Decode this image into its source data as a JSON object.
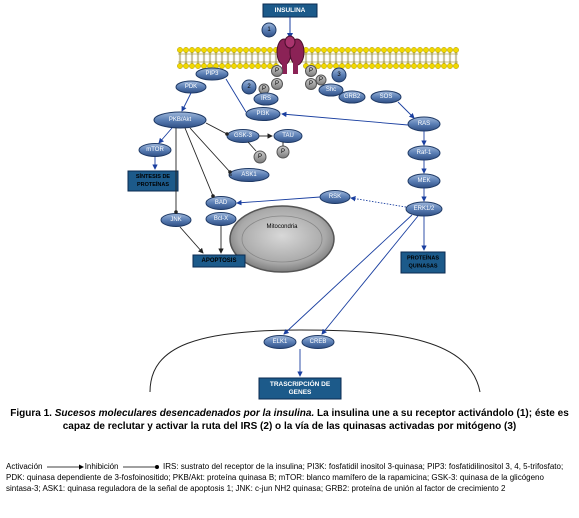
{
  "labels": {
    "insulina": "INSULINA",
    "pip3": "PIP3",
    "pdk": "PDK",
    "irs": "IRS",
    "pi3k": "PI3K",
    "shc": "Shc",
    "grb2": "GRB2",
    "sos": "SOS",
    "pkb": "PKB/Akt",
    "gsk3": "GSK-3",
    "tau": "TAU",
    "mtor": "mTOR",
    "ask1": "ASK1",
    "p": "P",
    "ras": "RAS",
    "raf1": "Raf-1",
    "mek": "MEK",
    "erk": "ERK1/2",
    "rsk": "RSK",
    "bad": "BAD",
    "bclxl": "Bcl-X",
    "jnk": "JNK",
    "mitocondria": "Mitocondria",
    "elk1": "ELK1",
    "creb": "CREB"
  },
  "boxes": {
    "sintesis_l1": "SÍNTESIS DE",
    "sintesis_l2": "PROTEÍNAS",
    "apoptosis": "APOPTOSIS",
    "proteinas_l1": "PROTEÍNAS",
    "proteinas_l2": "QUINASAS",
    "transcripcion_l1": "TRASCRIPCIÓN DE",
    "transcripcion_l2": "GENES"
  },
  "steps": {
    "s1": "1",
    "s2": "2",
    "s3": "3"
  },
  "caption": {
    "lead": "Figura 1. ",
    "italic": "Sucesos moleculares desencadenados por la insulina.",
    "rest": " La insulina une a su receptor activándolo (1); éste es capaz de reclutar y activar la ruta del IRS (2) o la vía de las quinasas activadas por mitógeno (3)"
  },
  "legend": {
    "activacion": "Activación",
    "inhibicion": "Inhibición",
    "definitions": "IRS: sustrato del receptor de la insulina; PI3K: fosfatidil inositol 3-quinasa; PIP3: fosfatidilinositol 3, 4, 5-trifosfato; PDK: quinasa dependiente de 3-fosfoinositido; PKB/Akt: proteína quinasa B; mTOR: blanco mamífero de la rapamicina; GSK-3: quinasa de la glicógeno sintasa-3; ASK1: quinasa reguladora de la señal de apoptosis 1; JNK: c-jun NH2 quinasa; GRB2: proteína de unión al factor de crecimiento 2"
  },
  "colors": {
    "node_fill": "#4a6fa8",
    "box_fill": "#1c5a8a",
    "membrane_yellow": "#f2d900",
    "receptor": "#8b2256",
    "arrow": "#1a3fa0",
    "mitochondria": "#9a9a9a"
  }
}
